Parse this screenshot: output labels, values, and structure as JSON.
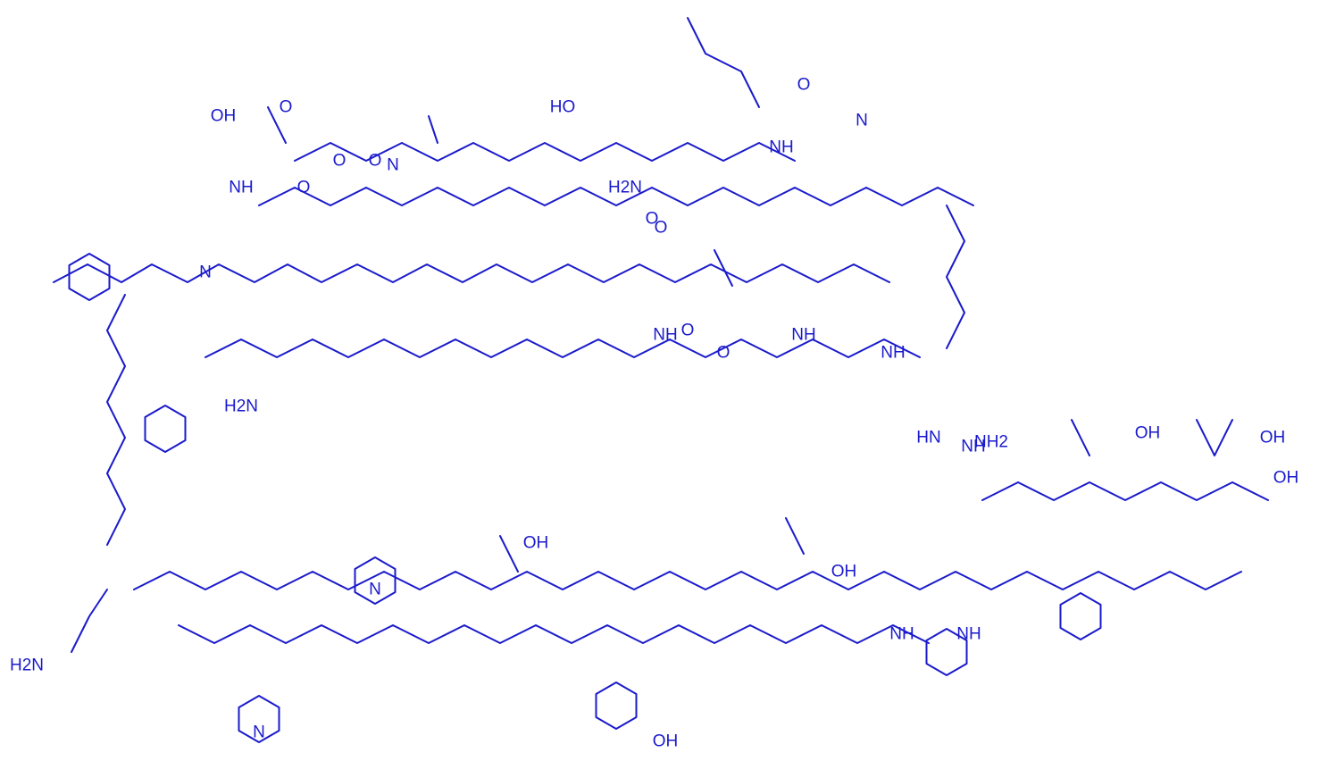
{
  "structure": {
    "color": "#1a1acc",
    "atom_labels": [
      "H2N",
      "OH",
      "O",
      "O",
      "O",
      "N",
      "NH",
      "N",
      "H2N",
      "O",
      "NH",
      "N",
      "NH",
      "O",
      "NH",
      "NH",
      "O",
      "O",
      "HO",
      "O",
      "O"
    ],
    "bottom_labels": [
      "H2N",
      "NH",
      "N",
      "N",
      "NH",
      "NH",
      "OH",
      "OH",
      "HN",
      "NH2",
      "OH",
      "OH",
      "OH",
      "OH"
    ]
  }
}
